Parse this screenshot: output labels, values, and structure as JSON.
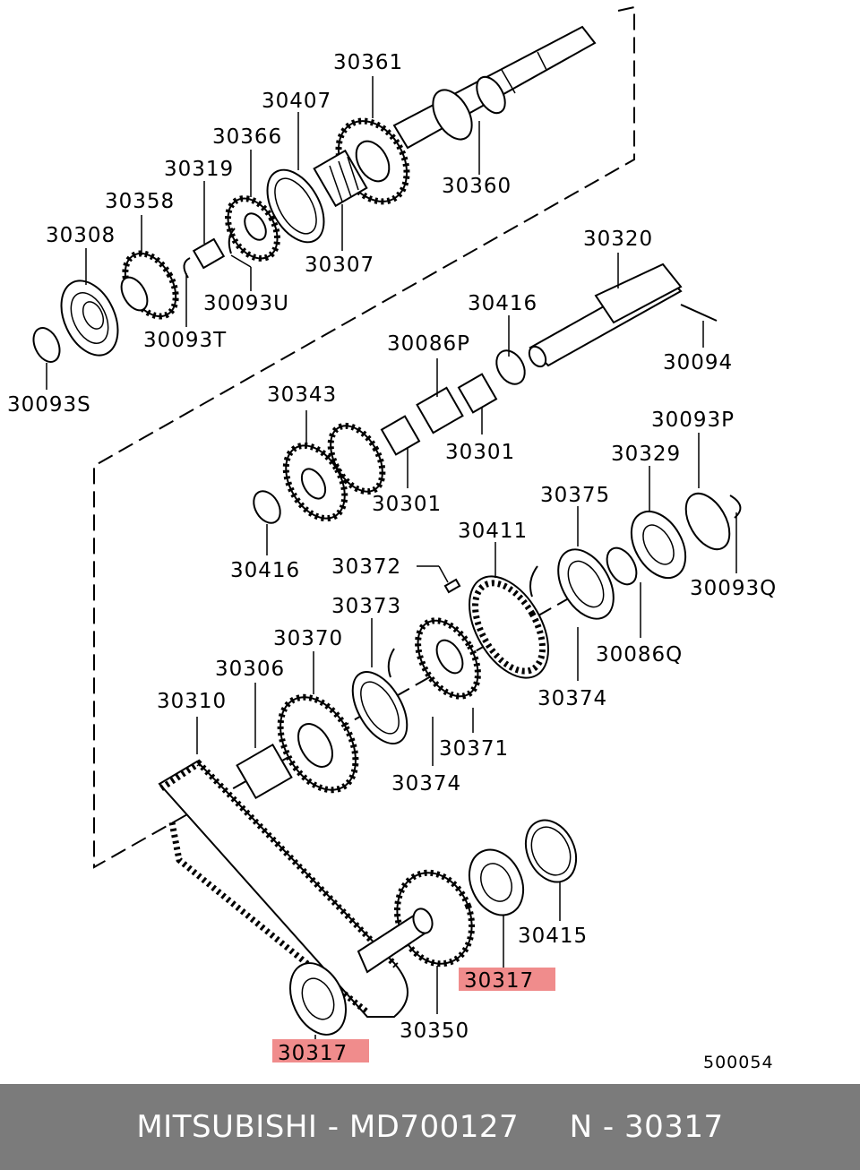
{
  "labels": {
    "p30361": "30361",
    "p30407": "30407",
    "p30366": "30366",
    "p30319": "30319",
    "p30358": "30358",
    "p30308": "30308",
    "p30360": "30360",
    "p30307": "30307",
    "p30093U": "30093U",
    "p30093T": "30093T",
    "p30093S": "30093S",
    "p30320": "30320",
    "p30416a": "30416",
    "p30094": "30094",
    "p30086P": "30086P",
    "p30343": "30343",
    "p30301a": "30301",
    "p30301b": "30301",
    "p30416b": "30416",
    "p30093P": "30093P",
    "p30329": "30329",
    "p30375": "30375",
    "p30411": "30411",
    "p30372": "30372",
    "p30093Q": "30093Q",
    "p30373": "30373",
    "p30370": "30370",
    "p30086Q": "30086Q",
    "p30306": "30306",
    "p30310": "30310",
    "p30374a": "30374",
    "p30371": "30371",
    "p30374b": "30374",
    "p30415": "30415",
    "p30317a": "30317",
    "p30350": "30350",
    "p30317b": "30317",
    "diagramRef": "500054"
  },
  "highlight_color": "#f08c8c",
  "footer": {
    "text": "MITSUBISHI - MD700127     N - 30317",
    "background": "#7b7b7b",
    "color": "#ffffff"
  }
}
